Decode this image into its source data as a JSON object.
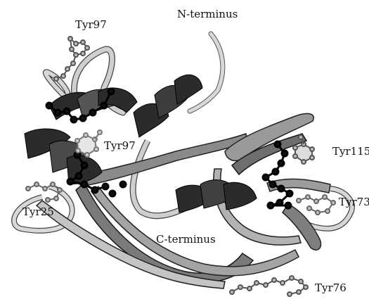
{
  "labels": {
    "n_terminus": "N-terminus",
    "c_terminus": "C-terminus",
    "tyr97_top": "Tyr97",
    "tyr97_inner": "Tyr97",
    "tyr25": "Tyr25",
    "tyr115": "Tyr115",
    "tyr73": "Tyr73",
    "tyr76": "Tyr76"
  },
  "colors": {
    "helix_dark": "#2b2b2b",
    "strand_mid": "#7d7d7d",
    "strand_light": "#b8b8b8",
    "coil_light": "#d4d4d4",
    "sidechain": "#9a9a9a",
    "sidechain_dark": "#000000",
    "text": "#111111"
  }
}
